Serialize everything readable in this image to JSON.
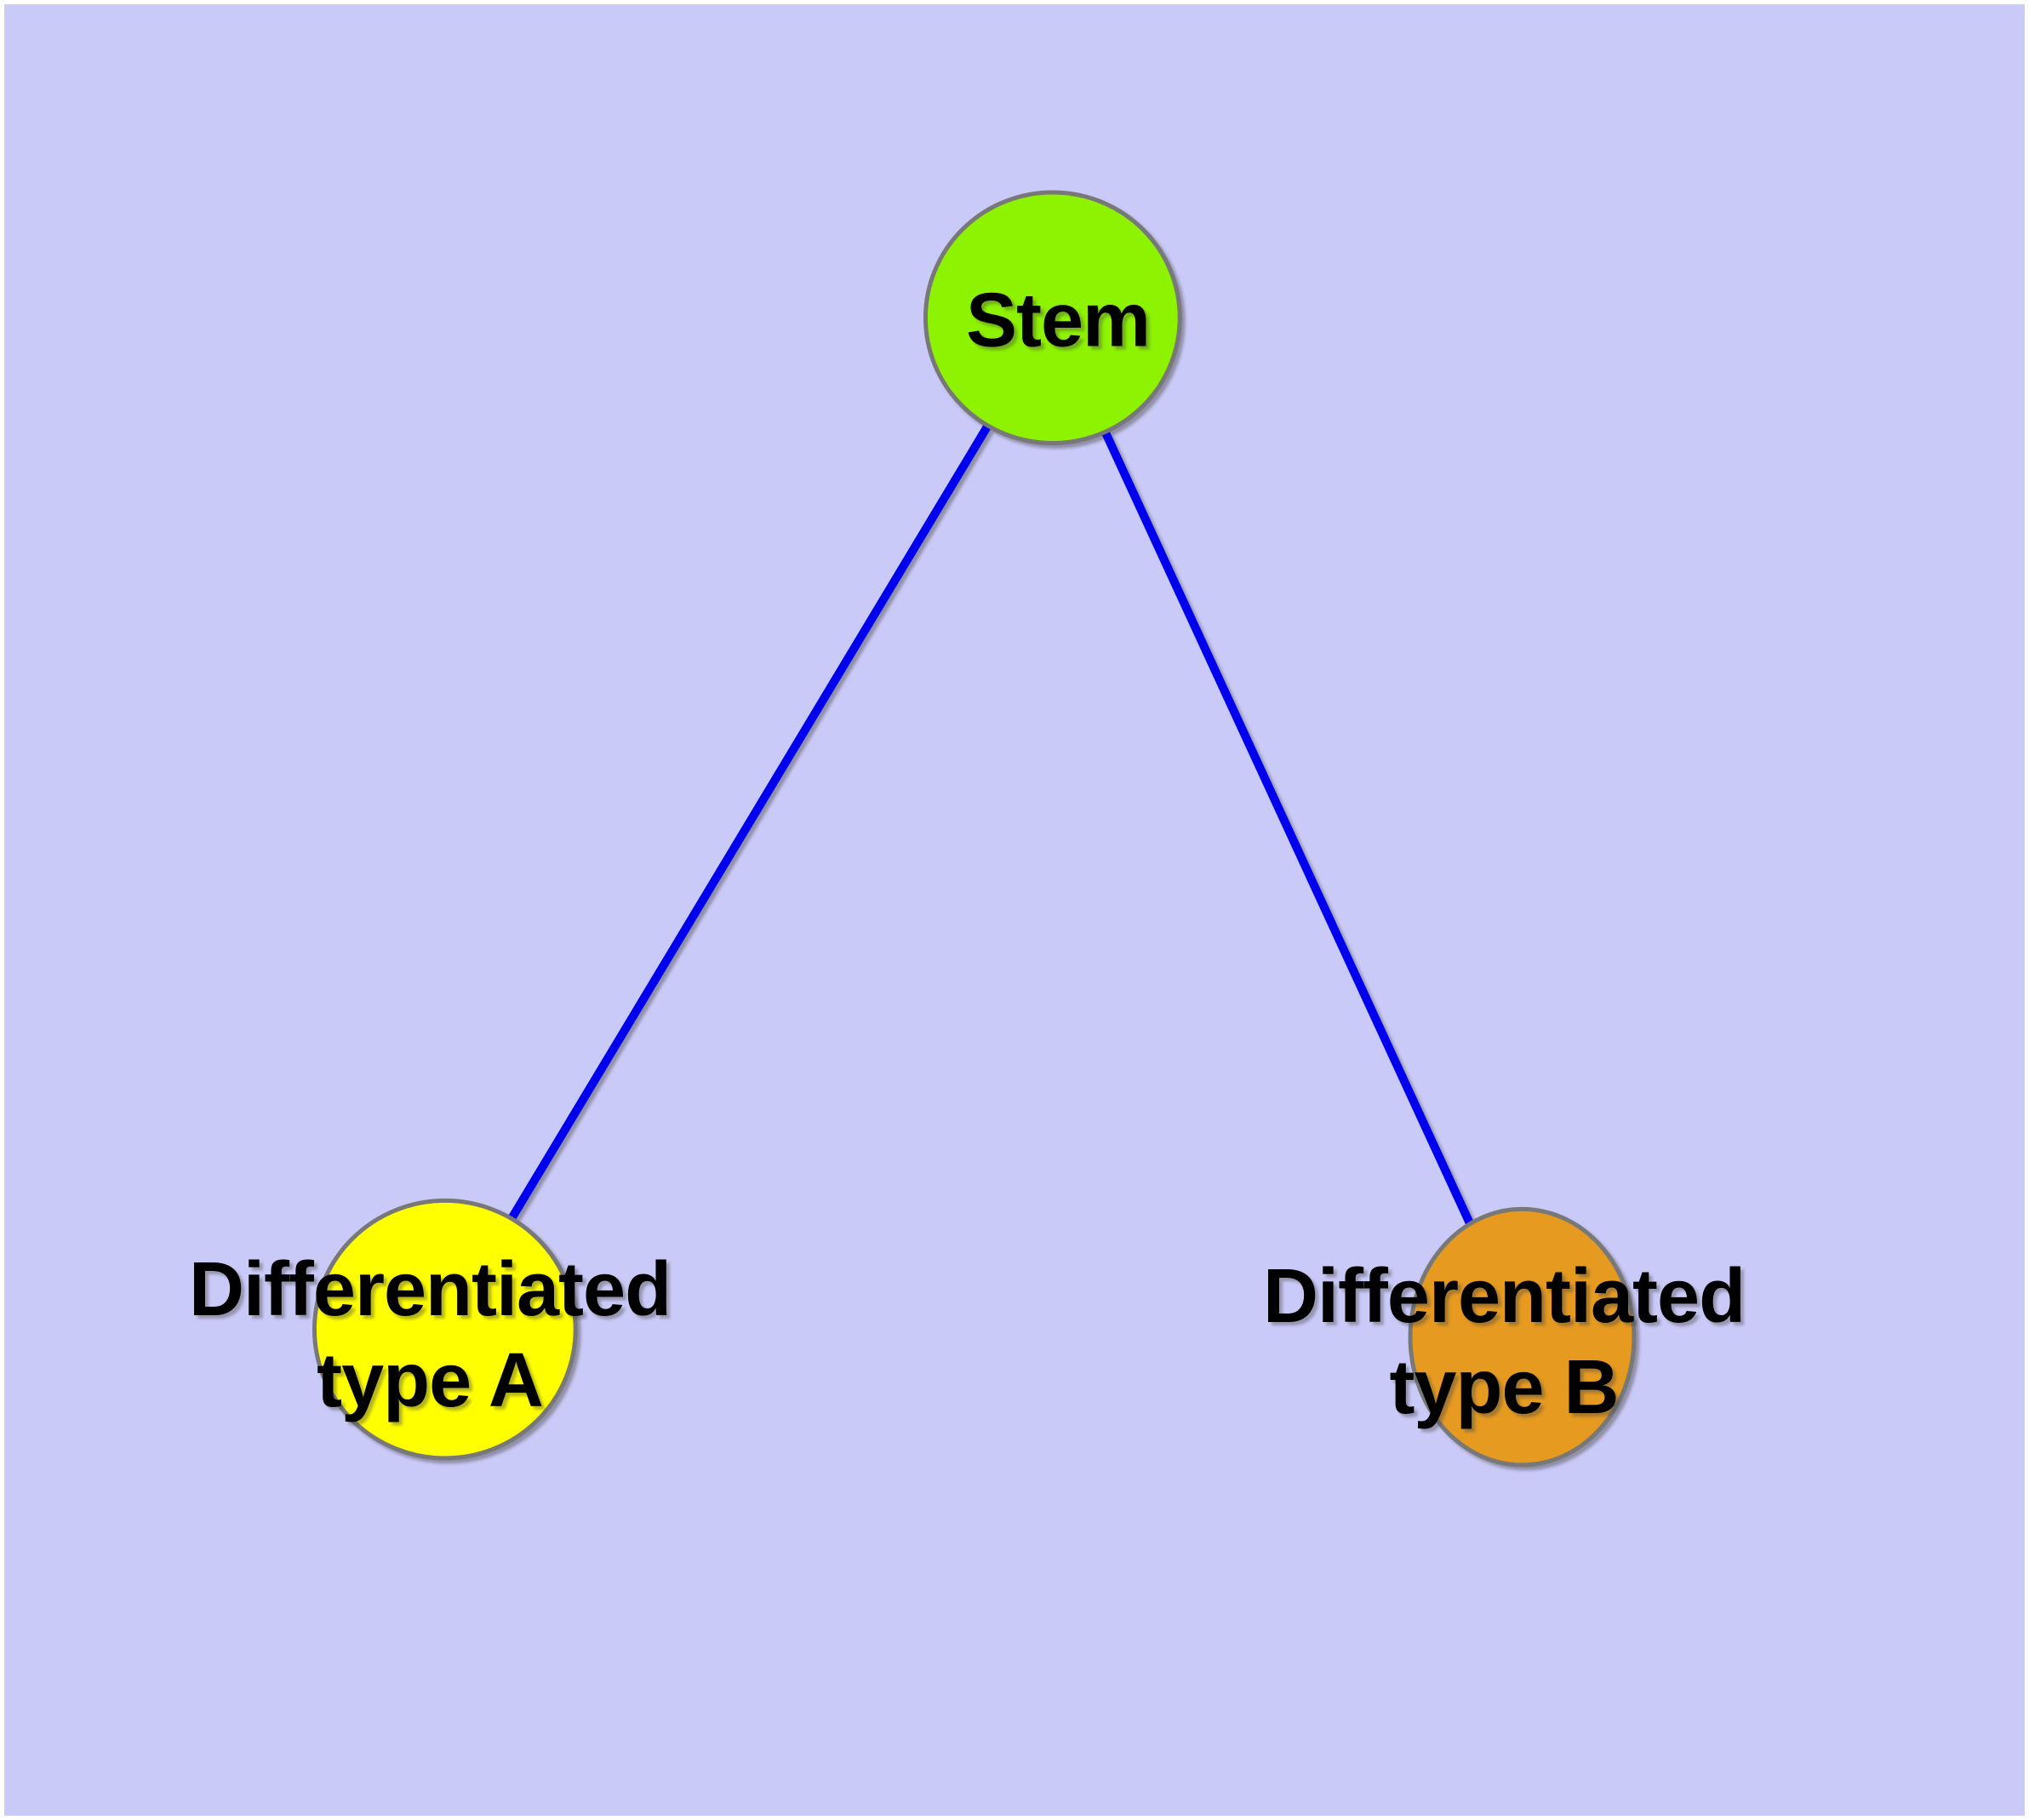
{
  "canvas": {
    "background_color": "#cacaf8",
    "frame_color": "#ffffff"
  },
  "graph": {
    "type": "node-link-diagram",
    "edge_color": "#0000ee",
    "node_border_color": "#787878",
    "label_color": "#000000",
    "nodes": {
      "stem": {
        "label": "Stem",
        "fill": "#8df300"
      },
      "type_a": {
        "label_line1": "Differentiated",
        "label_line2": "type A",
        "fill": "#ffff00"
      },
      "type_b": {
        "label_line1": "Differentiated",
        "label_line2": "type B",
        "fill": "#e69a20"
      }
    },
    "edges": [
      {
        "from": "Stem",
        "to": "Differentiated type A"
      },
      {
        "from": "Stem",
        "to": "Differentiated type B"
      }
    ]
  }
}
